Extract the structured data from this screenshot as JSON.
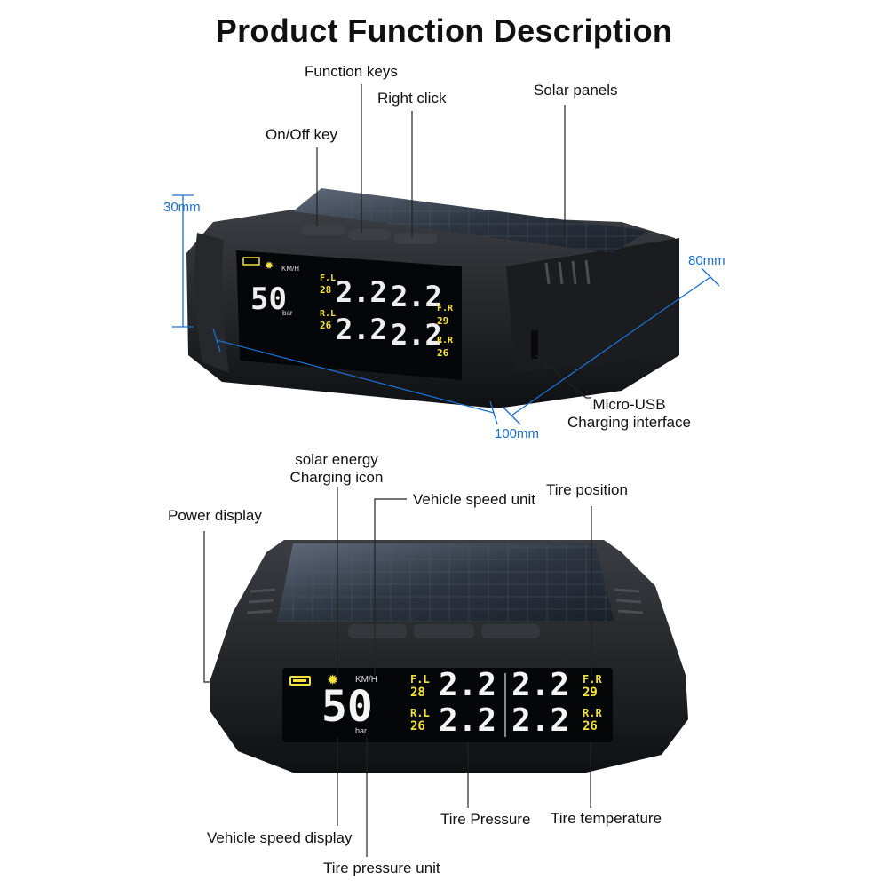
{
  "title": "Product Function Description",
  "top_device": {
    "labels": {
      "function_keys": "Function keys",
      "right_click": "Right click",
      "solar_panels": "Solar panels",
      "on_off_key": "On/Off key",
      "micro_usb_line1": "Micro-USB",
      "micro_usb_line2": "Charging interface"
    },
    "dimensions": {
      "height": "30mm",
      "depth": "80mm",
      "width": "100mm"
    }
  },
  "bottom_device": {
    "labels": {
      "solar_icon_line1": "solar energy",
      "solar_icon_line2": "Charging icon",
      "speed_unit": "Vehicle speed unit",
      "tire_position": "Tire position",
      "power_display": "Power display",
      "tire_pressure": "Tire Pressure",
      "tire_temperature": "Tire temperature",
      "speed_display": "Vehicle speed display",
      "pressure_unit": "Tire pressure unit"
    }
  },
  "display": {
    "speed": "50",
    "speed_unit": "KM/H",
    "pressure_unit": "bar",
    "fl_label": "F.L",
    "fl_temp": "28",
    "fr_label": "F.R",
    "fr_temp": "29",
    "rl_label": "R.L",
    "rl_temp": "26",
    "rr_label": "R.R",
    "rr_temp": "26",
    "fl_pressure": "2.2",
    "fr_pressure": "2.2",
    "rl_pressure": "2.2",
    "rr_pressure": "2.2"
  },
  "colors": {
    "dimension_blue": "#1a6fcf",
    "lcd_yellow": "#f2e23a",
    "lcd_white": "#f4f4f4"
  }
}
